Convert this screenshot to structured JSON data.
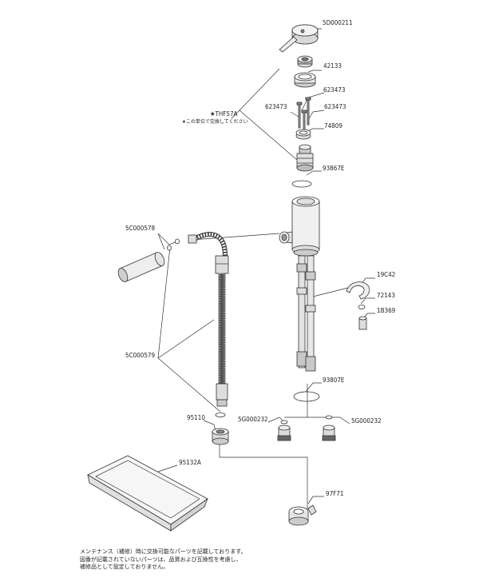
{
  "labels": {
    "p5D000211": "5D000211",
    "p42133": "42133",
    "p623473_a": "623473",
    "p623473_b": "623473",
    "p623473_c": "623473",
    "pTHF57A": "★THF57A",
    "pTHF57A_note": "★この単位で交換してください",
    "p74809": "74809",
    "p93867E": "93867E",
    "p5C000578": "5C000578",
    "p19C42": "19C42",
    "p72143": "72143",
    "p1B369": "1B369",
    "p5C000579": "5C000579",
    "p93807E": "93807E",
    "p95110": "95110",
    "p5G000232_a": "5G000232",
    "p5G000232_b": "5G000232",
    "p95132A": "95132A",
    "p97F71": "97F71"
  },
  "footnote": {
    "line1": "メンテナンス（補修）時に交換可能なパーツを記載しております。",
    "line2": "図番が記載されていないパーツは、品質および互換性を考慮し、",
    "line3": "補修品として設定しておりません。"
  },
  "colors": {
    "line": "#333333",
    "part_fill": "#f2f2f2",
    "part_shade": "#cfcfcf",
    "dark": "#555555"
  }
}
